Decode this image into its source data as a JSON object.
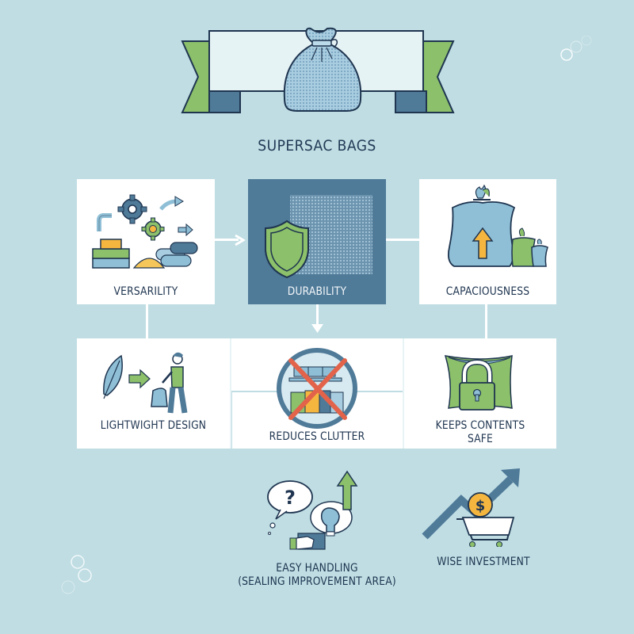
{
  "header": {
    "title": "SUPERSAC BAGS",
    "banner_icon": "sack-bag-icon"
  },
  "colors": {
    "background": "#bfdde3",
    "card": "#ffffff",
    "card_dark": "#4f7a98",
    "text_dark": "#1f3550",
    "accent_green": "#8cc06a",
    "accent_blue": "#4f7a98",
    "accent_light_blue": "#8fbfd6",
    "accent_yellow": "#f5b640",
    "accent_red": "#e2634a"
  },
  "row1": [
    {
      "id": "versarility",
      "label": "VERSARILITY",
      "icon": "gears-materials-icon"
    },
    {
      "id": "durability",
      "label": "DURABILITY",
      "icon": "shield-fabric-icon",
      "highlight": true
    },
    {
      "id": "capaciousness",
      "label": "CAPACIOUSNESS",
      "icon": "big-bag-arrow-up-icon"
    }
  ],
  "row2": [
    {
      "id": "lightweight",
      "label": "LIGHTWIGHT DESIGN",
      "icon": "feather-person-carrying-icon"
    },
    {
      "id": "clutter",
      "label": "REDUCES CLUTTER",
      "icon": "no-clutter-icon"
    },
    {
      "id": "safe",
      "label_line1": "KEEPS CONTENTS",
      "label_line2": "SAFE",
      "icon": "bag-padlock-icon"
    }
  ],
  "row3": [
    {
      "id": "handling",
      "label_line1": "EASY HANDLING",
      "label_line2": "(SEALING IMPROVEMENT AREA)",
      "icon": "question-lightbulb-icon"
    },
    {
      "id": "investment",
      "label": "WISE INVESTMENT",
      "icon": "trend-cart-dollar-icon"
    }
  ]
}
